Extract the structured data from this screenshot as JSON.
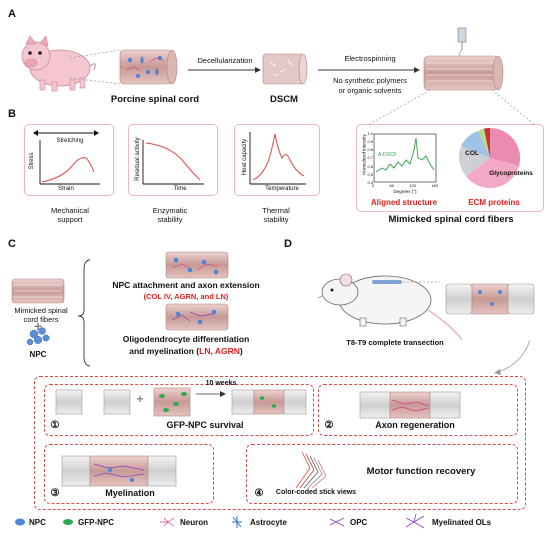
{
  "panels": {
    "a": "A",
    "b": "B",
    "c": "C",
    "d": "D"
  },
  "panel_a": {
    "source_label": "Porcine spinal cord",
    "step1": "Decellularization",
    "dscm_label": "DSCM",
    "step2": "Electrospinning",
    "step2_note1": "No synthetic polymers",
    "step2_note2": "or organic solvents"
  },
  "panel_b": {
    "mech_top": "Stretching",
    "mech_x": "Strain",
    "mech_y": "Stress",
    "mech_caption1": "Mechanical",
    "mech_caption2": "support",
    "enz_x": "Time",
    "enz_y": "Residual activity",
    "enz_caption1": "Enzymatic",
    "enz_caption2": "stability",
    "therm_x": "Temperature",
    "therm_y": "Heat capacity",
    "therm_caption1": "Thermal",
    "therm_caption2": "stability",
    "xrd_y": "Normalized intensity",
    "xrd_x": "Degrees (°)",
    "xrd_series": "A-DSCF",
    "xrd_ticks_x": [
      "0",
      "60",
      "120",
      "180"
    ],
    "xrd_ticks_y": [
      "0.4",
      "0.5",
      "0.6",
      "0.7",
      "0.8",
      "0.9",
      "1.0"
    ],
    "pie_col": "COL",
    "pie_glyco": "Glycoproteins",
    "aligned": "Aligned structure",
    "ecm": "ECM proteins",
    "mimicked": "Mimicked spinal cord fibers"
  },
  "panel_c": {
    "fibers1": "Mimicked spinal",
    "fibers2": "cord fibers",
    "plus": "+",
    "npc": "NPC",
    "result1": "NPC attachment and axon extension",
    "result1_detail": "(COL IV, AGRN, and LN)",
    "result2a": "Oligodendrocyte differentiation",
    "result2b_pre": "and myelination (",
    "result2b_red": "LN, AGRN",
    "result2b_post": ")"
  },
  "panel_d": {
    "transection": "T8-T9 complete transection",
    "weeks": "10 weeks",
    "n1": "①",
    "survival": "GFP-NPC survival",
    "n2": "②",
    "axon": "Axon regeneration",
    "n3": "③",
    "myelination": "Myelination",
    "n4": "④",
    "motor": "Motor function recovery",
    "stick": "Color-coded stick views"
  },
  "legend": [
    {
      "label": "NPC",
      "icon": "npc-icon"
    },
    {
      "label": "GFP-NPC",
      "icon": "gfp-npc-icon"
    },
    {
      "label": "Neuron",
      "icon": "neuron-icon"
    },
    {
      "label": "Astrocyte",
      "icon": "astrocyte-icon"
    },
    {
      "label": "OPC",
      "icon": "opc-icon"
    },
    {
      "label": "Myelinated OLs",
      "icon": "myelinated-ol-icon"
    }
  ],
  "colors": {
    "accent_red": "#e0201d",
    "tissue": "#d9b2ae",
    "npc_blue": "#4a86d9",
    "gfp_green": "#2fa84f",
    "pig_pink": "#f4c6cf"
  }
}
